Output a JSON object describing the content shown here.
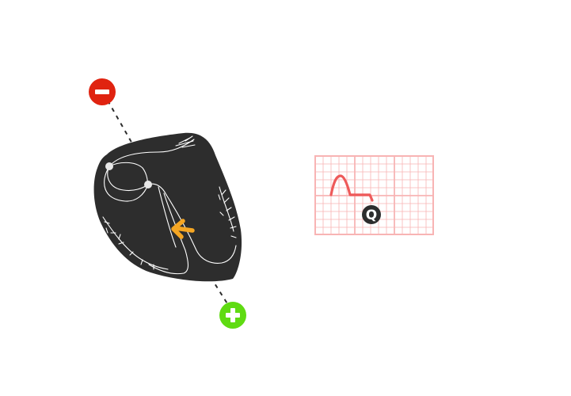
{
  "electrodes": {
    "negative": {
      "symbol": "minus",
      "color": "#e02310"
    },
    "positive": {
      "symbol": "plus",
      "color": "#5fdb12"
    }
  },
  "heart": {
    "fill_color": "#2d2d2d",
    "conduction_color": "#ffffff",
    "depolarization_arrow_color": "#f5a623"
  },
  "ecg": {
    "grid_color": "#f8b4b4",
    "trace_color": "#ee5a5a",
    "wave_label": "Q",
    "label_badge_color": "#2d2d2d"
  }
}
